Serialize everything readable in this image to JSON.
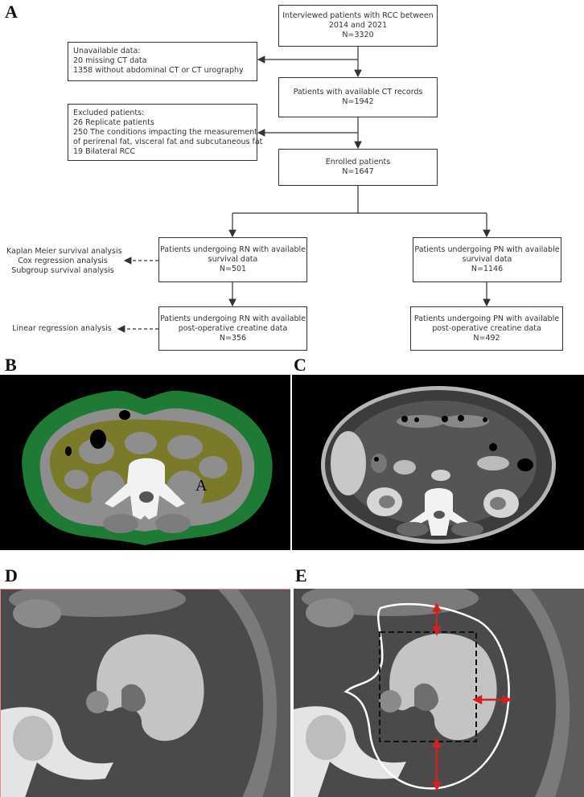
{
  "panels": {
    "a": "A",
    "b": "B",
    "c": "C",
    "d": "D",
    "e": "E"
  },
  "flowchart": {
    "interviewed": [
      "Interviewed patients with RCC between",
      "2014 and 2021",
      "N=3320"
    ],
    "unavailable": [
      "Unavailable data:",
      "20 missing CT data",
      "1358 without abdominal CT or CT urography"
    ],
    "available_ct": [
      "Patients with available CT records",
      "N=1942"
    ],
    "excluded": [
      "Excluded patients:",
      "26 Replicate patients",
      "250 The conditions impacting the measurement",
      "of perirenal fat, visceral fat and subcutaneous fat",
      "19 Bilateral RCC"
    ],
    "enrolled": [
      "Enrolled patients",
      "N=1647"
    ],
    "rn_survival": [
      "Patients undergoing RN with available",
      "survival data",
      "N=501"
    ],
    "pn_survival": [
      "Patients undergoing PN with available",
      "survival data",
      "N=1146"
    ],
    "rn_creatine": [
      "Patients undergoing RN with available",
      "post-operative creatine data",
      "N=356"
    ],
    "pn_creatine": [
      "Patients undergoing PN with available",
      "post-operative creatine data",
      "N=492"
    ],
    "survival_analyses": [
      "Kaplan Meier survival  analysis",
      "Cox regression analysis",
      "Subgroup survival analysis"
    ],
    "regression_analysis": [
      "Linear regression analysis"
    ]
  },
  "ct_b": {
    "label": "A"
  },
  "colors": {
    "subcutaneous_fat": "#1f7a35",
    "visceral_fat": "#7a7a2a",
    "measurement_arrow": "#d42020",
    "measurement_outline": "#ffffff",
    "measurement_box": "#111111"
  }
}
